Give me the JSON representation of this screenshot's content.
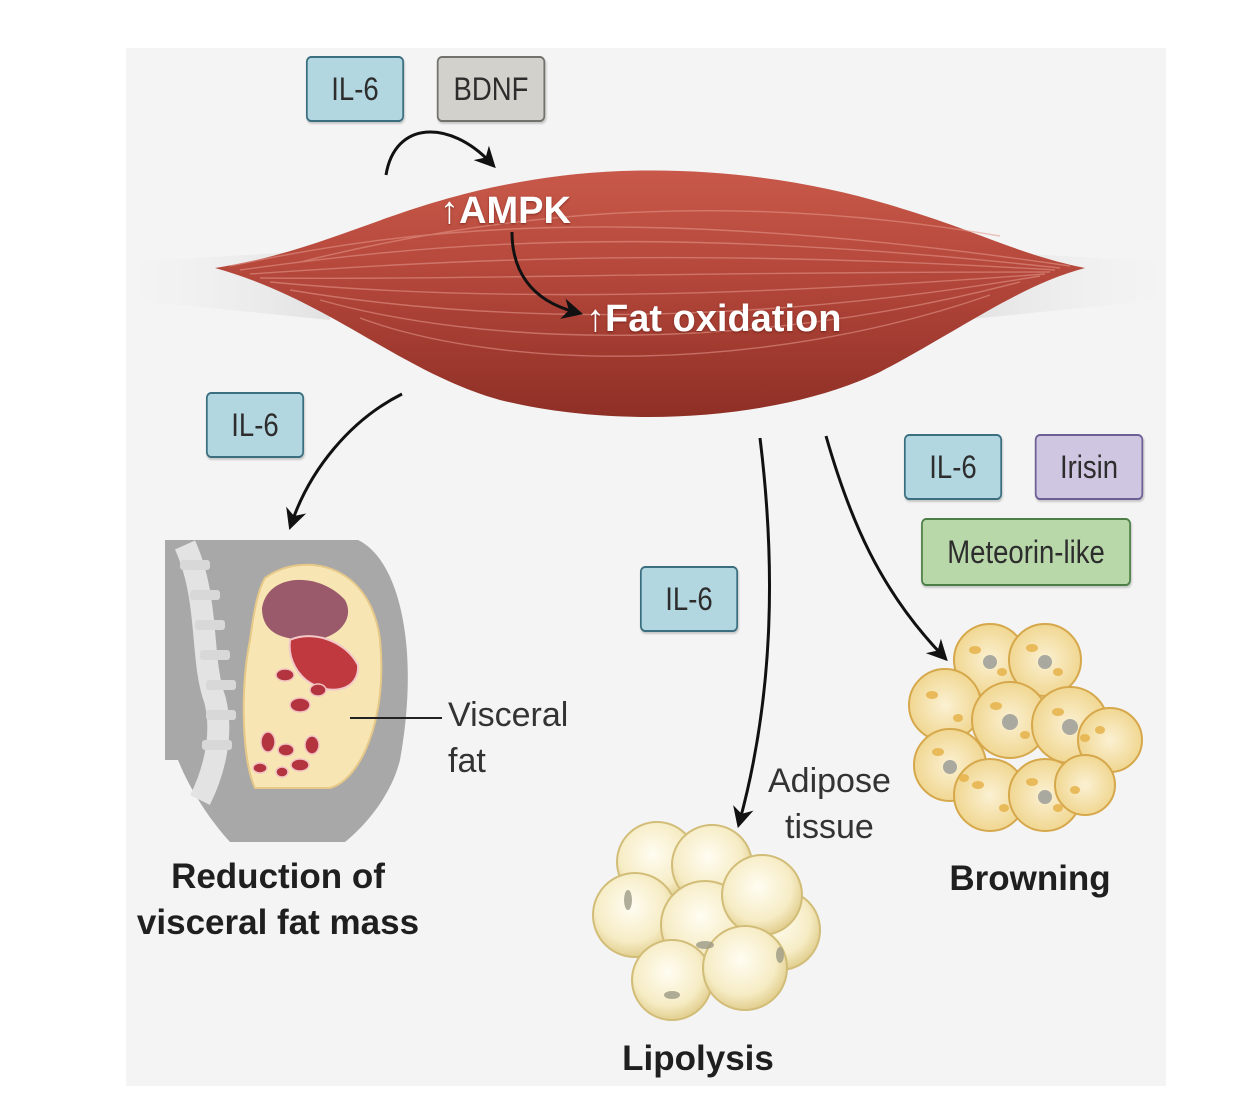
{
  "tags": {
    "il6_top": "IL-6",
    "bdnf": "BDNF",
    "il6_left": "IL-6",
    "il6_center": "IL-6",
    "il6_right": "IL-6",
    "irisin": "Irisin",
    "meteorin": "Meteorin-like"
  },
  "muscle": {
    "ampk": "↑AMPK",
    "fat_oxidation": "↑Fat oxidation"
  },
  "labels": {
    "visceral_fat_line1": "Visceral",
    "visceral_fat_line2": "fat",
    "adipose_line1": "Adipose",
    "adipose_line2": "tissue"
  },
  "outcomes": {
    "reduction_line1": "Reduction of",
    "reduction_line2": "visceral fat mass",
    "lipolysis": "Lipolysis",
    "browning": "Browning"
  },
  "colors": {
    "muscle": "#b4493a",
    "tendon": "#e8e8e8",
    "il6": "#b3d7e1",
    "bdnf": "#d3d1cb",
    "irisin": "#cfc6e2",
    "meteorin": "#b8d8aa",
    "white_fat": "#f8efc9",
    "brown_fat": "#e8bf5e"
  }
}
